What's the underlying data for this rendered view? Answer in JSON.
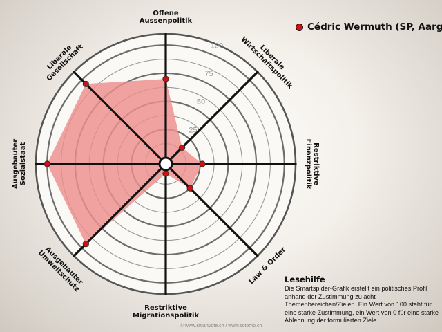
{
  "chart_data": {
    "type": "radar",
    "axes": [
      {
        "label": [
          "Offene",
          "Aussenpolitik"
        ]
      },
      {
        "label": [
          "Liberale",
          "Wirtschaftspolitik"
        ]
      },
      {
        "label": [
          "Restriktive",
          "Finanzpolitik"
        ]
      },
      {
        "label": [
          "Law & Order"
        ]
      },
      {
        "label": [
          "Restriktive",
          "Migrationspolitik"
        ]
      },
      {
        "label": [
          "Ausgebauter",
          "Umweltschutz"
        ]
      },
      {
        "label": [
          "Ausgebauter",
          "Sozialstaat"
        ]
      },
      {
        "label": [
          "Liberale",
          "Gesellschaft"
        ]
      }
    ],
    "series": [
      {
        "name": "Cédric Wermuth (SP, Aargau)",
        "values": [
          70,
          15,
          27,
          25,
          3,
          95,
          100,
          95
        ]
      }
    ],
    "ticks": [
      25,
      50,
      75,
      100
    ],
    "rmax": 110,
    "colors": {
      "fill": "#ec8f8c",
      "point": "#d01111",
      "axis": "#111111",
      "ring": "#555555"
    }
  },
  "legend": {
    "label": "Cédric Wermuth (SP, Aargau)"
  },
  "help": {
    "title": "Lesehilfe",
    "text": "Die Smartspider-Grafik erstellt ein politisches Profil anhand der Zustimmung zu acht Themenbereichen/Zielen. Ein Wert von 100 steht für eine starke Zustimmung, ein Wert von 0 für eine starke Ablehnung der formulierten Ziele."
  },
  "footer": "© www.smartvote.ch / www.sotomo.ch"
}
